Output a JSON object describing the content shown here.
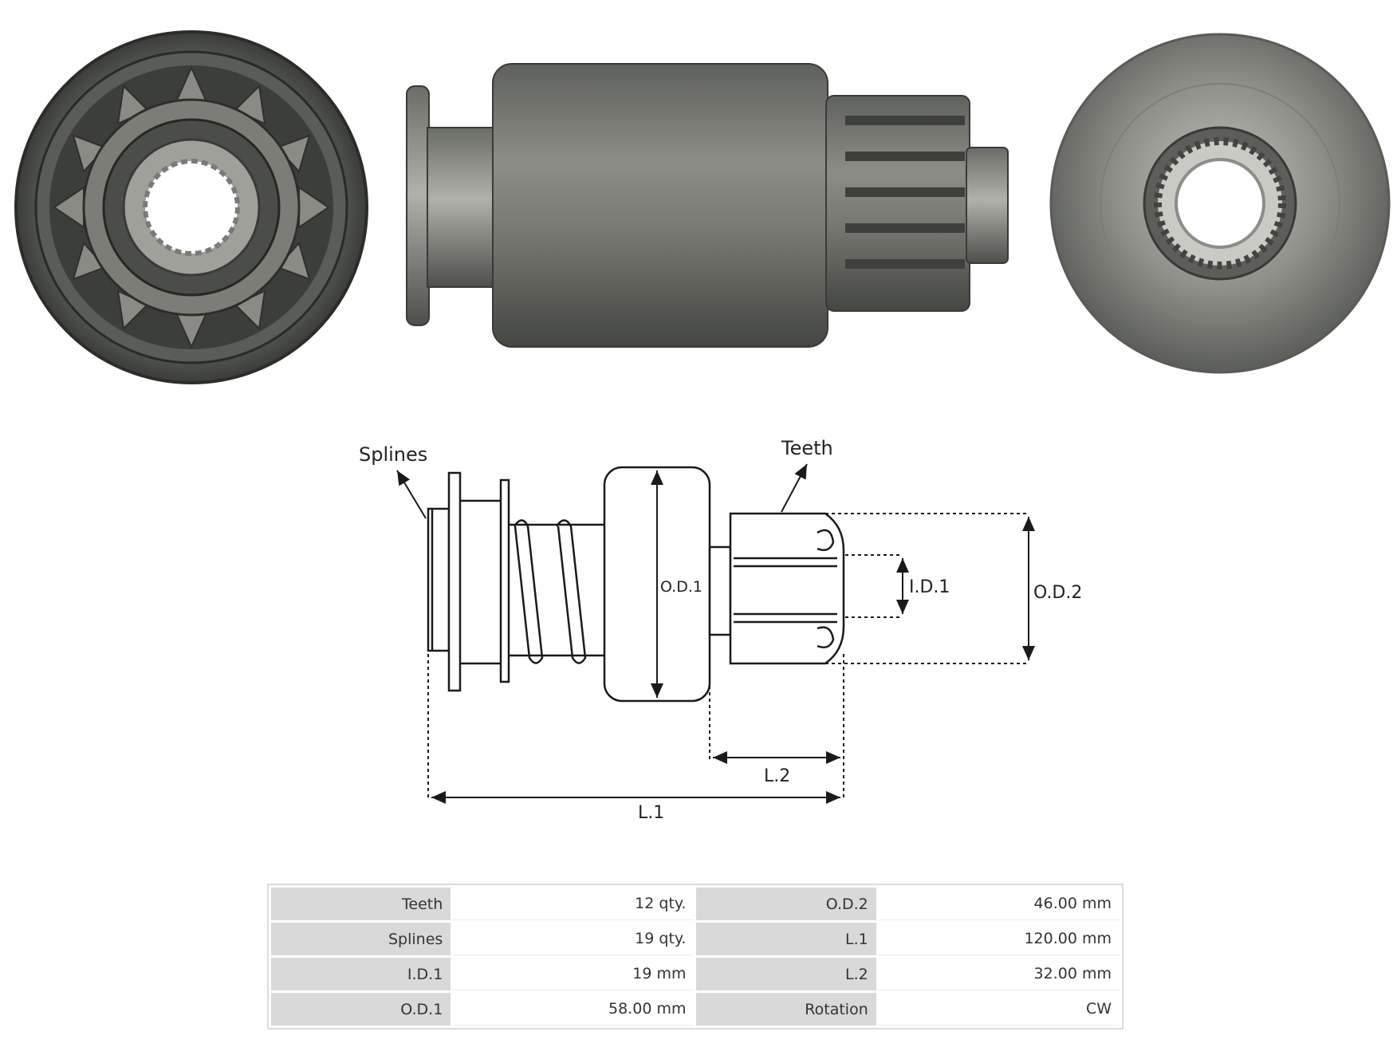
{
  "colors": {
    "metal_dark": "#4a4c47",
    "metal_mid": "#6e706a",
    "metal_light": "#a7a8a2",
    "label_bg": "#d9d9d9",
    "line": "#1a1a1a"
  },
  "diagram": {
    "splines_label": "Splines",
    "teeth_label": "Teeth",
    "od1_label": "O.D.1",
    "id1_label": "I.D.1",
    "od2_label": "O.D.2",
    "l2_label": "L.2",
    "l1_label": "L.1"
  },
  "specs": [
    {
      "label": "Teeth",
      "value": "12 qty.",
      "label2": "O.D.2",
      "value2": "46.00 mm"
    },
    {
      "label": "Splines",
      "value": "19 qty.",
      "label2": "L.1",
      "value2": "120.00 mm"
    },
    {
      "label": "I.D.1",
      "value": "19 mm",
      "label2": "L.2",
      "value2": "32.00 mm"
    },
    {
      "label": "O.D.1",
      "value": "58.00 mm",
      "label2": "Rotation",
      "value2": "CW"
    }
  ]
}
